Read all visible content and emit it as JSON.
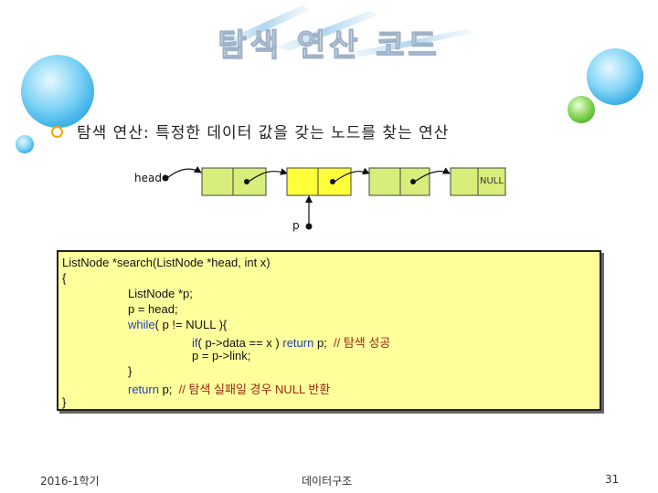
{
  "slide": {
    "title": "탐색 연산 코드",
    "bullet": "탐색 연산: 특정한 데이터 값을 갖는 노드를 찾는 연산"
  },
  "diagram": {
    "head_label": "head",
    "p_label": "p",
    "null_label": "NULL"
  },
  "code": {
    "line1": "ListNode *search(ListNode *head, int x)",
    "line2": "{",
    "line3": "ListNode *p;",
    "line4": "p = head;",
    "line5_kw": "while",
    "line5_rest": "( p != NULL ){",
    "line6_kw1": "if",
    "line6_mid": "( p->data == x ) ",
    "line6_kw2": "return",
    "line6_rest": " p;  ",
    "line6_comment": "// 탐색 성공",
    "line7": "p = p->link;",
    "line8": "}",
    "line9_kw": "return",
    "line9_rest": " p;  ",
    "line9_comment": "// 탐색 실패일 경우 NULL 반환",
    "line10": "}"
  },
  "footer": {
    "semester": "2016-1학기",
    "course": "데이터구조",
    "page": "31"
  },
  "colors": {
    "node_green": "#d8ee7a",
    "node_yellow": "#ffff3a",
    "code_bg": "#ffff9c",
    "keyword": "#1f3fbf",
    "comment": "#9a2a12",
    "bullet": "#f0a800"
  }
}
